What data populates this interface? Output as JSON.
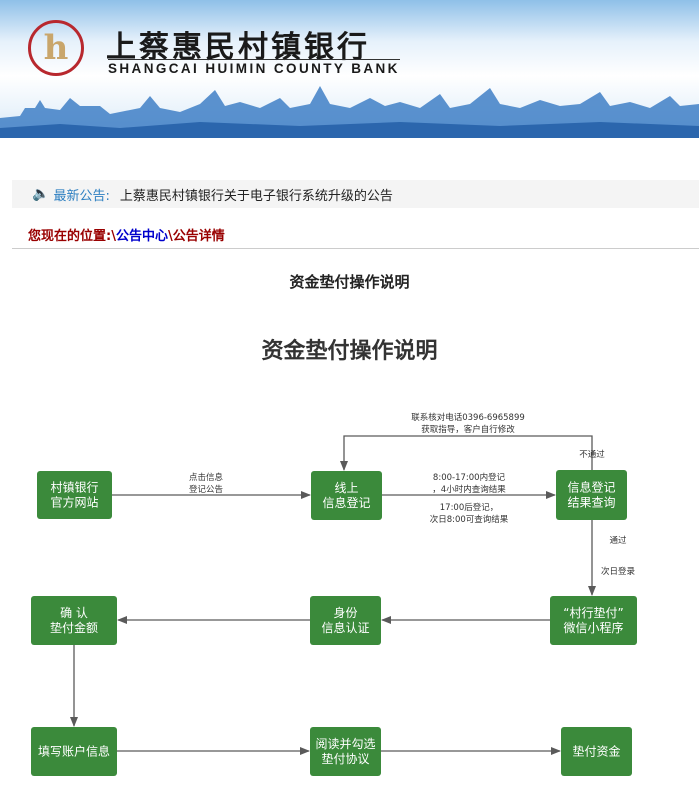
{
  "header": {
    "logo_letter": "h",
    "bank_name_cn": "上蔡惠民村镇银行",
    "bank_name_en": "SHANGCAI HUIMIN COUNTY BANK"
  },
  "notice": {
    "label": "最新公告:",
    "text": "上蔡惠民村镇银行关于电子银行系统升级的公告"
  },
  "breadcrumb": {
    "prefix": "您现在的位置:\\",
    "center": "公告中心",
    "sep": "\\",
    "current": "公告详情"
  },
  "page_title": "资金垫付操作说明",
  "article_title": "资金垫付操作说明",
  "flow": {
    "boxes": {
      "site": [
        "村镇银行",
        "官方网站"
      ],
      "register": [
        "线上",
        "信息登记"
      ],
      "query": [
        "信息登记",
        "结果查询"
      ],
      "confirm": [
        "确  认",
        "垫付金额"
      ],
      "identity": [
        "身份",
        "信息认证"
      ],
      "miniapp": [
        "“村行垫付”",
        "微信小程序"
      ],
      "account": [
        "填写账户信息"
      ],
      "agreement": [
        "阅读并勾选",
        "垫付协议"
      ],
      "fund": [
        "垫付资金"
      ]
    },
    "labels": {
      "click": [
        "点击信息",
        "登记公告"
      ],
      "contact": [
        "联系核对电话0396-6965899",
        "获取指导，客户自行修改"
      ],
      "fail": "不通过",
      "within": [
        "8:00-17:00内登记",
        "，4小时内查询结果"
      ],
      "after": [
        "17:00后登记，",
        "次日8:00可查询结果"
      ],
      "pass": "通过",
      "nextday": "次日登录"
    },
    "colors": {
      "box": "#3b8a3b",
      "line": "#5a5a5a"
    }
  }
}
